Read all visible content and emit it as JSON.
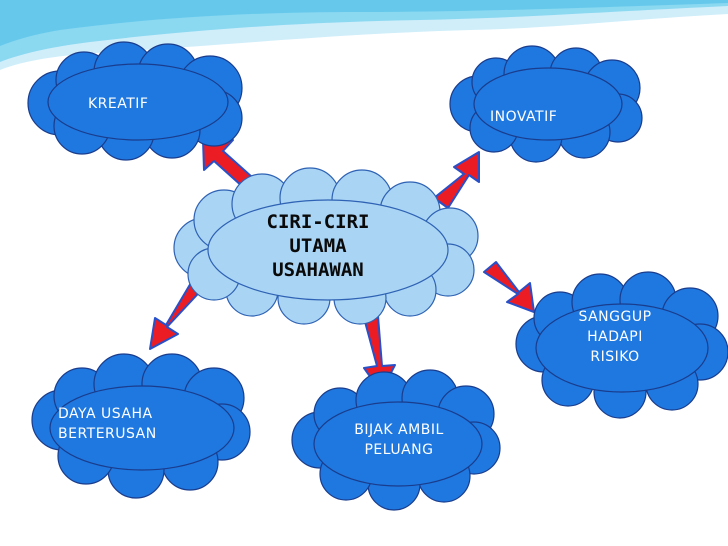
{
  "diagram": {
    "center": {
      "text": "CIRI-CIRI\nUTAMA\nUSAHAWAN"
    },
    "nodes": [
      {
        "id": "kreatif",
        "text": "KREATIF"
      },
      {
        "id": "inovatif",
        "text": "INOVATIF"
      },
      {
        "id": "sanggup",
        "text": "SANGGUP\nHADAPI\nRISIKO"
      },
      {
        "id": "bijak",
        "text": "BIJAK AMBIL\nPELUANG"
      },
      {
        "id": "daya",
        "text": "DAYA USAHA\nBERTERUSAN"
      }
    ],
    "colors": {
      "node_fill": "#1e78e0",
      "node_stroke": "#1a3c8c",
      "center_fill": "#aad4f4",
      "center_stroke": "#2e62b4",
      "arrow_fill": "#ec1c24",
      "arrow_stroke": "#2850c8",
      "banner_light": "#cfeefa",
      "banner_mid": "#7fd3ef"
    },
    "icons": [
      "cloud-shape",
      "arrow"
    ]
  }
}
